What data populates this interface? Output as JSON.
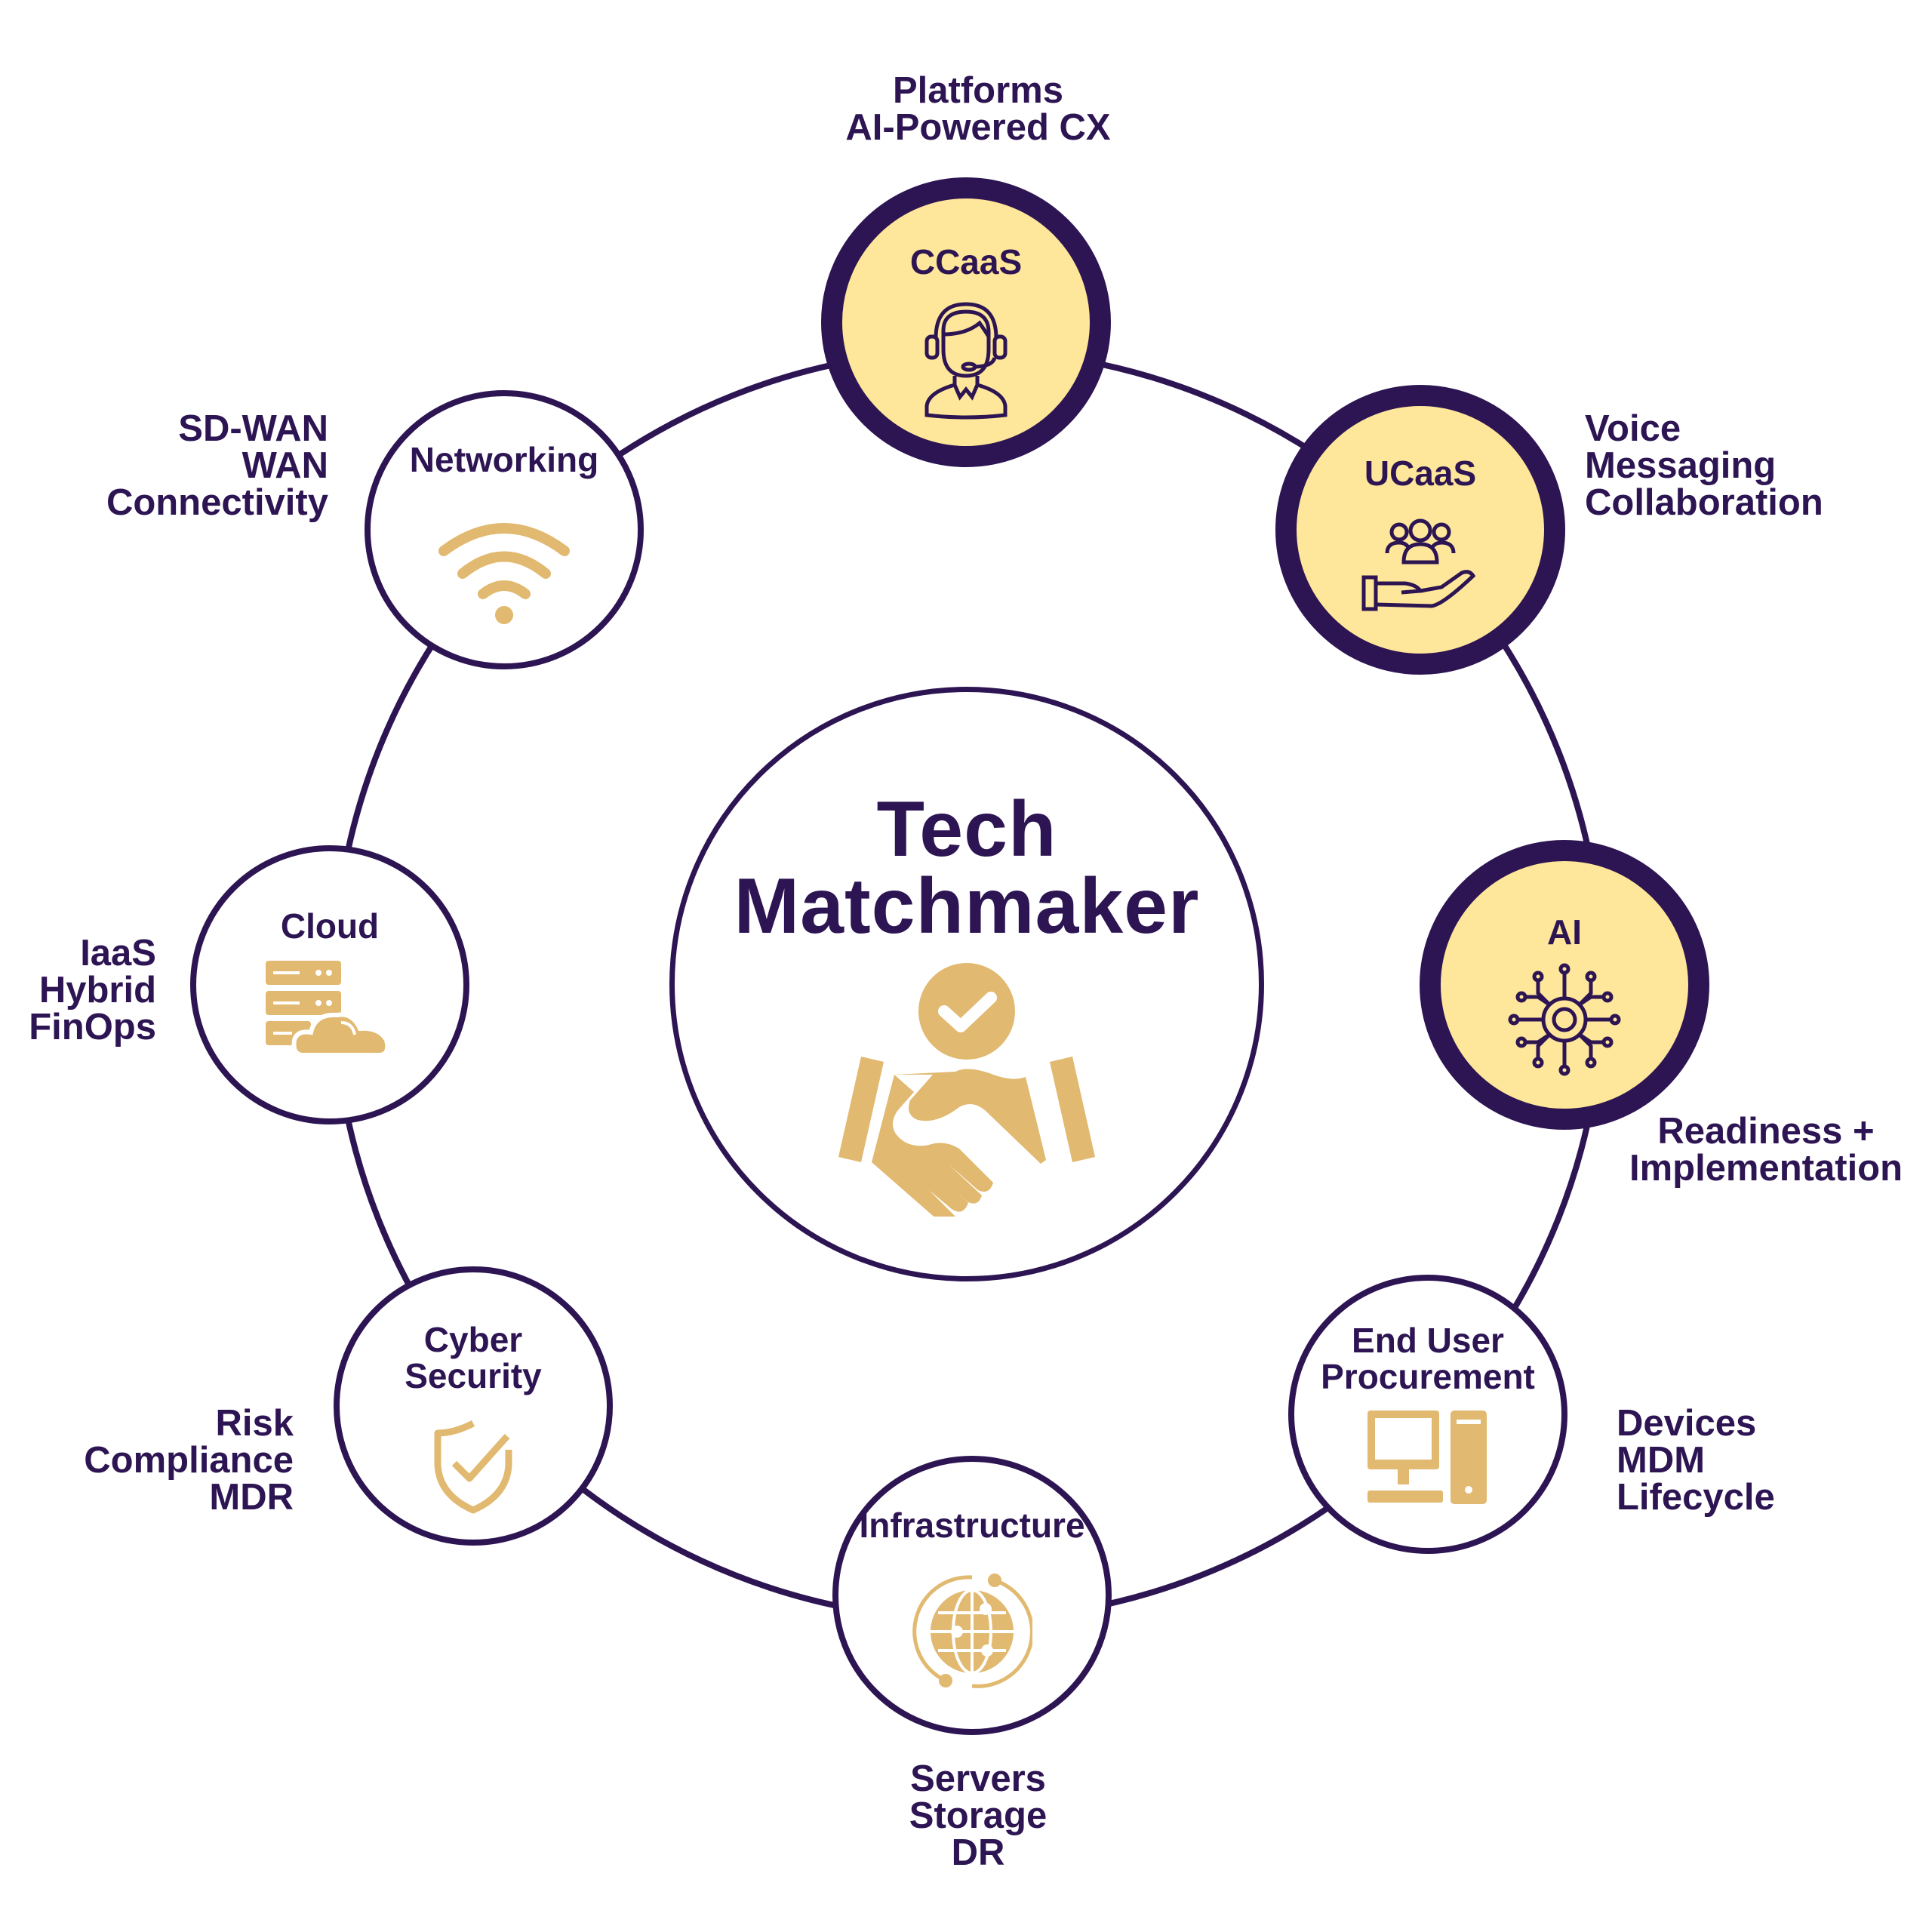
{
  "title": {
    "line1": "Tech",
    "line2": "Matchmaker"
  },
  "colors": {
    "purple": "#2d1553",
    "gold": "#e1b970",
    "highlight": "#fee69a"
  },
  "nodes": {
    "ccaas": {
      "label": "CCaaS",
      "icon": "headset-agent-icon",
      "details": [
        "Platforms",
        "AI-Powered CX"
      ]
    },
    "ucaas": {
      "label": "UCaaS",
      "icon": "team-hand-icon",
      "details": [
        "Voice",
        "Messaging",
        "Collaboration"
      ]
    },
    "ai": {
      "label": "AI",
      "icon": "circuit-chip-icon",
      "details": [
        "Readiness +",
        "Implementation"
      ]
    },
    "end_user": {
      "label": [
        "End User",
        "Procurement"
      ],
      "icon": "desktop-computer-icon",
      "details": [
        "Devices",
        "MDM",
        "Lifecycle"
      ]
    },
    "infrastructure": {
      "label": "Infrastructure",
      "icon": "globe-network-icon",
      "details": [
        "Servers",
        "Storage",
        "DR"
      ]
    },
    "cyber": {
      "label": [
        "Cyber",
        "Security"
      ],
      "icon": "shield-check-icon",
      "details": [
        "Risk",
        "Compliance",
        "MDR"
      ]
    },
    "cloud": {
      "label": "Cloud",
      "icon": "server-cloud-icon",
      "details": [
        "IaaS",
        "Hybrid",
        "FinOps"
      ]
    },
    "networking": {
      "label": "Networking",
      "icon": "wifi-icon",
      "details": [
        "SD-WAN",
        "WAN",
        "Connectivity"
      ]
    }
  }
}
